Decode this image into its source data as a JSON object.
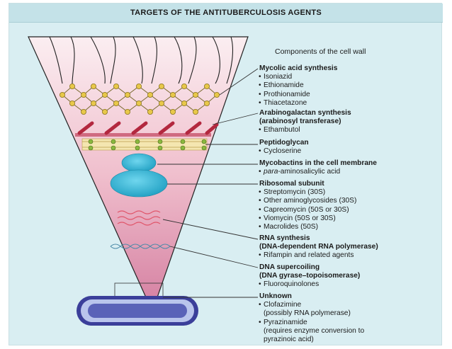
{
  "title": "TARGETS OF THE ANTITUBERCULOSIS AGENTS",
  "components_heading": "Components of the cell wall",
  "sections": [
    {
      "id": "mycolic",
      "title": "Mycolic acid synthesis",
      "subtitle": "",
      "items": [
        "Isoniazid",
        "Ethionamide",
        "Prothionamide",
        "Thiacetazone"
      ]
    },
    {
      "id": "arabino",
      "title": "Arabinogalactan synthesis",
      "subtitle": "(arabinosyl transferase)",
      "items": [
        "Ethambutol"
      ]
    },
    {
      "id": "pepti",
      "title": "Peptidoglycan",
      "subtitle": "",
      "items": [
        "Cycloserine"
      ]
    },
    {
      "id": "mycobactin",
      "title": "Mycobactins in the cell membrane",
      "subtitle": "",
      "items_prefix_italic": "para",
      "items_rest": "-aminosalicylic acid"
    },
    {
      "id": "ribo",
      "title": "Ribosomal subunit",
      "subtitle": "",
      "items": [
        "Streptomycin (30S)",
        "Other aminoglycosides (30S)",
        "Capreomycin (50S or 30S)",
        "Viomycin (50S or 30S)",
        "Macrolides (50S)"
      ]
    },
    {
      "id": "rna",
      "title": "RNA synthesis",
      "subtitle": "(DNA-dependent RNA polymerase)",
      "items": [
        "Rifampin and related agents"
      ]
    },
    {
      "id": "dna",
      "title": "DNA supercoiling",
      "subtitle": "(DNA gyrase–topoisomerase)",
      "items": [
        "Fluoroquinolones"
      ]
    },
    {
      "id": "unknown",
      "title": "Unknown",
      "subtitle": "",
      "items": [
        "Clofazimine",
        "Pyrazinamide"
      ],
      "notes": [
        "(possibly RNA polymerase)",
        "(requires enzyme conversion to",
        "pyrazinoic acid)"
      ]
    }
  ],
  "colors": {
    "background": "#d9eef2",
    "cone_top": "#f7dde3",
    "cone_bottom": "#d98aa8",
    "lipid": "#e8c84a",
    "arabinogalactan": "#c0344e",
    "ribosome": "#33b8d6",
    "rna": "#e0556a",
    "bacterium": "#5a62b8"
  }
}
